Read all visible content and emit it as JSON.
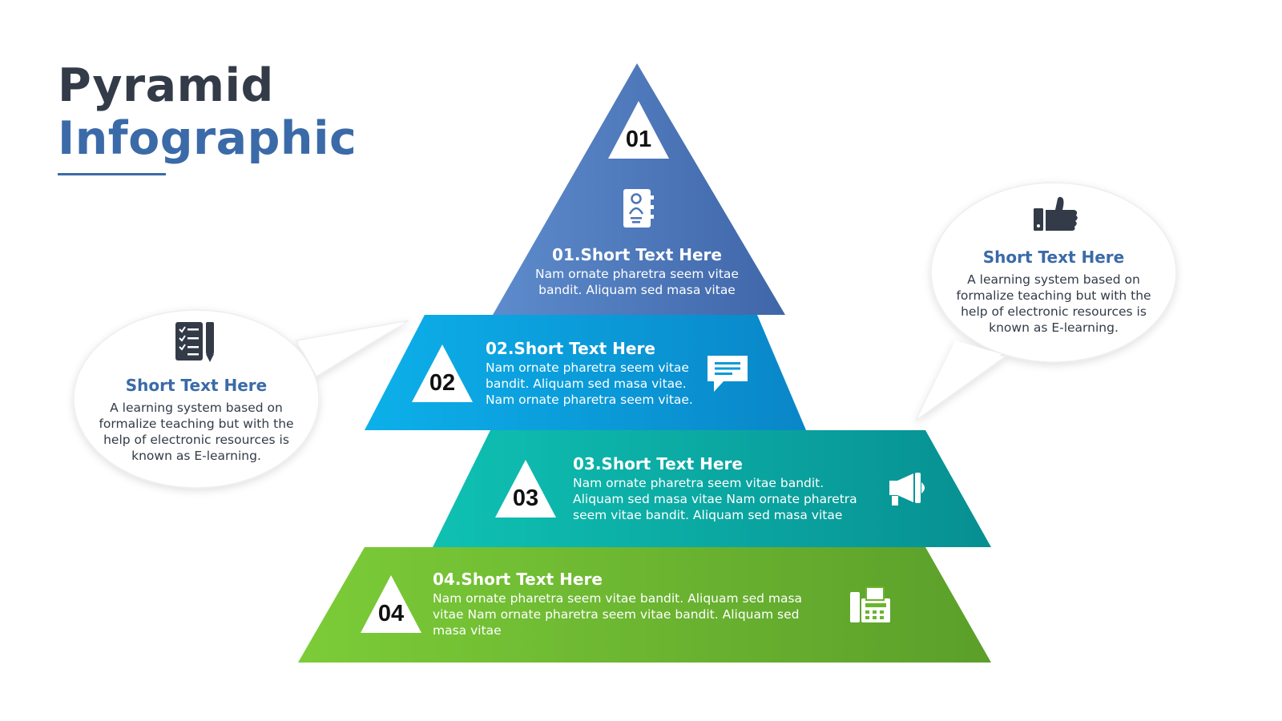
{
  "title": {
    "line1": "Pyramid",
    "line2": "Infographic"
  },
  "colors": {
    "tier1": "#4a74b9",
    "tier2": "#089ad8",
    "tier3": "#0aa9a0",
    "tier4": "#69b42e",
    "title_dark": "#333b48",
    "accent": "#3b6aa8"
  },
  "tiers": [
    {
      "number": "01",
      "heading": "01.Short Text Here",
      "body": "Nam ornate pharetra seem vitae bandit. Aliquam sed masa vitae",
      "icon": "contact-book-icon"
    },
    {
      "number": "02",
      "heading": "02.Short Text Here",
      "body": "Nam ornate pharetra seem vitae bandit. Aliquam sed masa vitae. Nam ornate pharetra seem vitae.",
      "icon": "chat-bubble-icon"
    },
    {
      "number": "03",
      "heading": "03.Short Text Here",
      "body": "Nam ornate pharetra seem vitae bandit. Aliquam sed masa vitae Nam ornate pharetra seem vitae bandit. Aliquam sed masa vitae",
      "icon": "megaphone-icon"
    },
    {
      "number": "04",
      "heading": "04.Short Text Here",
      "body": "Nam ornate pharetra seem vitae bandit. Aliquam sed masa vitae Nam ornate pharetra seem vitae bandit. Aliquam sed masa vitae",
      "icon": "fax-machine-icon"
    }
  ],
  "callouts": {
    "left": {
      "heading": "Short Text Here",
      "body": "A learning system based on formalize teaching but with the help of electronic resources is known as E-learning.",
      "icon": "checklist-icon"
    },
    "right": {
      "heading": "Short Text Here",
      "body": "A learning system based on formalize teaching but with the help of electronic resources is known as E-learning.",
      "icon": "thumbs-up-icon"
    }
  }
}
